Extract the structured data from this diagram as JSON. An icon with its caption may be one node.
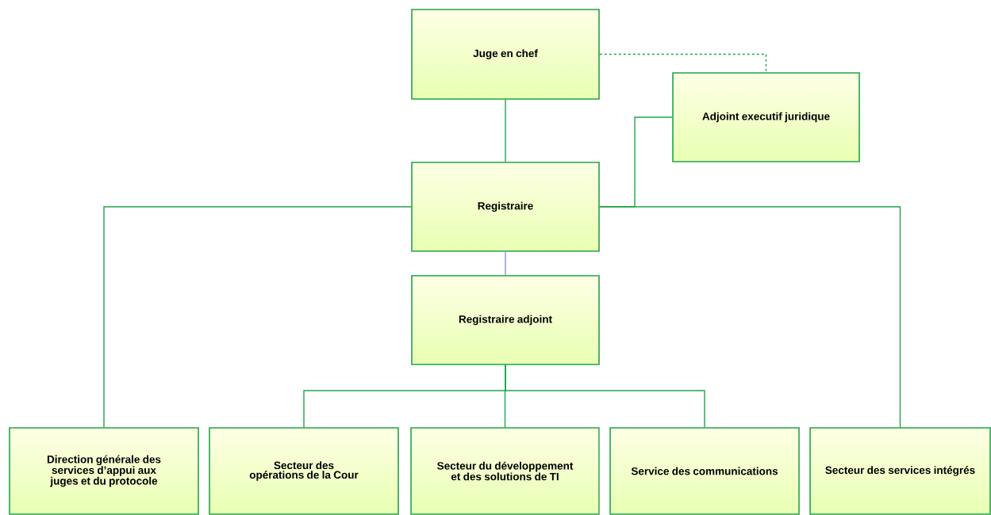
{
  "diagram": {
    "nodes": [
      {
        "text": [
          "Juge en chef"
        ]
      },
      {
        "text": [
          "Adjoint executif juridique"
        ]
      },
      {
        "text": [
          "Registraire"
        ]
      },
      {
        "text": [
          "Registraire adjoint"
        ]
      },
      {
        "text": [
          "Direction générale des services d’appui aux juges et du protocole"
        ]
      },
      {
        "text": [
          "Secteur des opérations de la Cour"
        ]
      },
      {
        "text": [
          "Secteur du développement et des solutions de TI"
        ]
      },
      {
        "text": [
          "Service des communications"
        ]
      },
      {
        "text": [
          "Secteur des services intégrés"
        ]
      }
    ],
    "edges": [
      {
        "from": 0,
        "to": 1,
        "arrow": "none",
        "style": "dashed"
      },
      {
        "from": 0,
        "to": 2,
        "arrow": "none"
      },
      {
        "from": 2,
        "to": 1,
        "arrow": "none"
      },
      {
        "from": 2,
        "to": 3,
        "arrow": "none",
        "color": "#4472c4"
      },
      {
        "from": 2,
        "to": 4,
        "arrow": "none"
      },
      {
        "from": 2,
        "to": 8,
        "arrow": "none"
      },
      {
        "from": 3,
        "to": 5,
        "arrow": "none"
      },
      {
        "from": 3,
        "to": 6,
        "arrow": "none"
      },
      {
        "from": 3,
        "to": 7,
        "arrow": "none"
      }
    ]
  }
}
